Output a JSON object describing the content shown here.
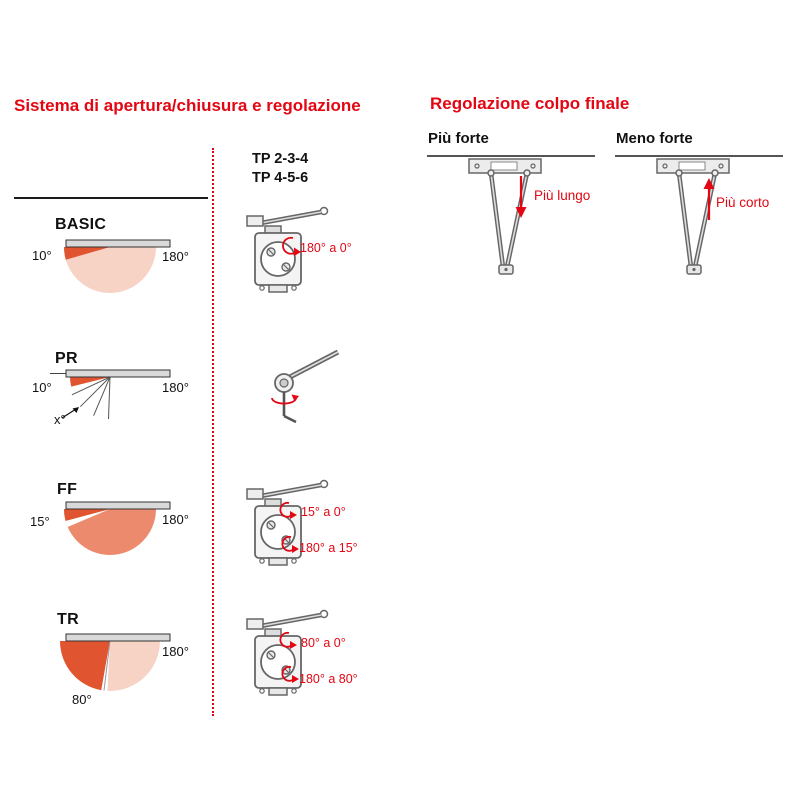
{
  "headers": {
    "left_title": "Sistema di apertura/chiusura e regolazione",
    "right_title": "Regolazione colpo finale",
    "tp_line1": "TP 2-3-4",
    "tp_line2": "TP 4-5-6"
  },
  "rows": [
    {
      "label": "BASIC",
      "angle_left": "10°",
      "angle_right": "180°",
      "annotation1": "180° a 0°"
    },
    {
      "label": "PR",
      "angle_left": "10°",
      "angle_right": "180°",
      "angle_x": "x°"
    },
    {
      "label": "FF",
      "angle_left": "15°",
      "angle_right": "180°",
      "annotation1": "15° a 0°",
      "annotation2": "180° a 15°"
    },
    {
      "label": "TR",
      "angle_bottom": "80°",
      "angle_right": "180°",
      "annotation1": "80° a 0°",
      "annotation2": "180° a 80°"
    }
  ],
  "final_adjustment": {
    "panels": [
      {
        "title": "Più forte",
        "label": "Più lungo"
      },
      {
        "title": "Meno forte",
        "label": "Più corto"
      }
    ]
  },
  "colors": {
    "red": "#e30613",
    "arc_light": "#f6d3c5",
    "arc_medium": "#eb8a6d",
    "arc_dark": "#e0552f",
    "line_gray": "#666666"
  }
}
